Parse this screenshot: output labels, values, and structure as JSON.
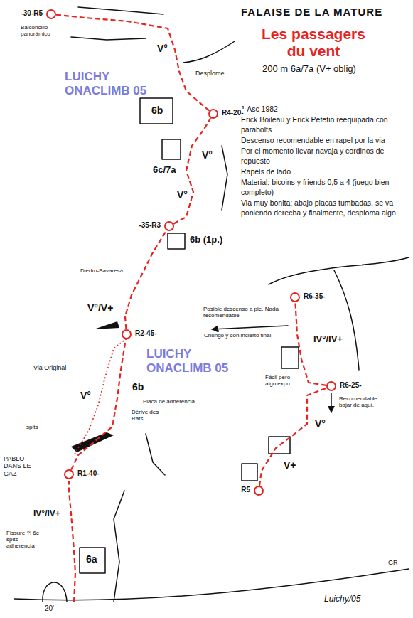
{
  "diagram": {
    "title": "Les passagers du vent",
    "nodes": [
      {
        "text": [
          "-30-R5"
        ]
      },
      {
        "text": [
          "R4-20-"
        ]
      },
      {
        "text": [
          "-35-R3"
        ]
      },
      {
        "text": [
          "R2-45-"
        ]
      },
      {
        "text": [
          "R1-40-"
        ]
      },
      {
        "text": [
          "R6-35-"
        ]
      },
      {
        "text": [
          "R6-25-"
        ]
      },
      {
        "text": [
          "R5"
        ]
      }
    ],
    "edges": [
      {
        "from": 4,
        "to": 3,
        "arrow": "none"
      },
      {
        "from": 3,
        "to": 2,
        "arrow": "none"
      },
      {
        "from": 2,
        "to": 1,
        "arrow": "none"
      },
      {
        "from": 1,
        "to": 0,
        "arrow": "none"
      },
      {
        "from": 7,
        "to": 6,
        "arrow": "none"
      },
      {
        "from": 6,
        "to": 5,
        "arrow": "none"
      }
    ],
    "labels": [
      "FALAISE DE LA MATURE",
      "200 m 6a/7a (V+ oblig)",
      "LUICHY ONACLIMB 05",
      "1 Asc 1982",
      "Erick Boileau y Erick Petetin reequipada con parabolts",
      "Descenso recomendable en rapel por la via",
      "Por el momento llevar navaja y cordinos de repuesto",
      "Rapels de lado",
      "Material: bicoins y friends 0,5 a 4 (juego bien completo)",
      "Via muy bonita; abajo placas tumbadas, se va poniendo derecha y finalmente, desploma algo",
      "Balconcillo panorámico",
      "V°",
      "Desplome",
      "6b",
      "6c/7a",
      "V°",
      "V°",
      "6b (1p.)",
      "Diedro-Bavaresa",
      "V°/V+",
      "LUICHY ONACLIMB 05",
      "Via Original",
      "V°",
      "6b",
      "Placa de adherencia",
      "Dérive des Rats",
      "spits",
      "PABLO DANS LE GAZ",
      "IV°/IV+",
      "Fissure ?! 6c spits adherencia",
      "6a",
      "20'",
      "GR",
      "Luichy/05",
      "Posible descenso a pie. Nada recomendable",
      "Chungo y con incierto final",
      "IV°/IV+",
      "Fácil pero algo expo",
      "Recomendable bajar de aquí.",
      "V°",
      "V+"
    ]
  }
}
